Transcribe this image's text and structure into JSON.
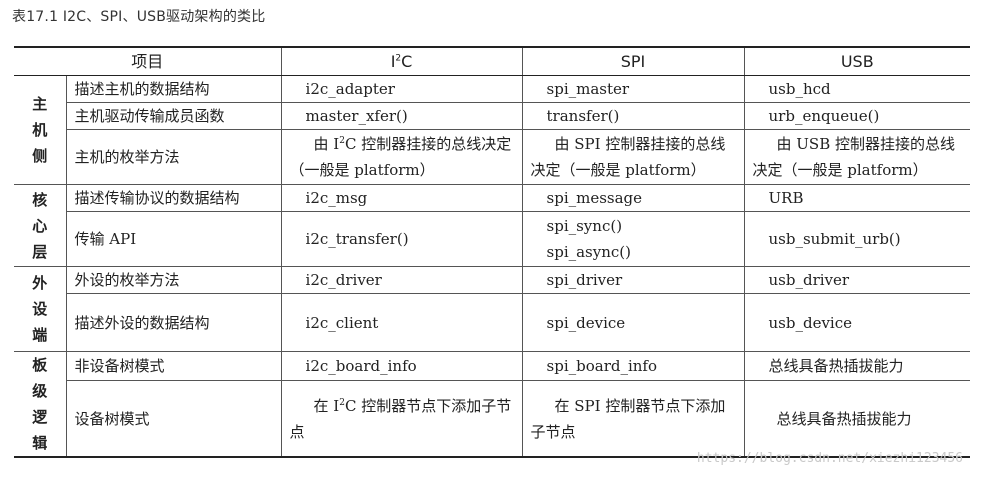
{
  "caption": "表17.1 I2C、SPI、USB驱动架构的类比",
  "header": {
    "item": "项目",
    "i2c_base": "I",
    "i2c_sup": "2",
    "i2c_tail": "C",
    "spi": "SPI",
    "usb": "USB"
  },
  "groups": {
    "host": "主机侧",
    "core": "核心层",
    "device": "外设端",
    "board": "板级逻辑"
  },
  "rows": [
    {
      "item": "描述主机的数据结构",
      "i2c": "i2c_adapter",
      "spi": "spi_master",
      "usb": "usb_hcd"
    },
    {
      "item": "主机驱动传输成员函数",
      "i2c": "master_xfer()",
      "spi": "transfer()",
      "usb": "urb_enqueue()"
    },
    {
      "item": "主机的枚举方法",
      "i2c_pre": "由 I",
      "i2c_sup": "2",
      "i2c_post": "C 控制器挂接的总线决定（一般是 platform）",
      "spi": "由 SPI 控制器挂接的总线决定（一般是 platform）",
      "usb": "由 USB 控制器挂接的总线决定（一般是 platform）"
    },
    {
      "item": "描述传输协议的数据结构",
      "i2c": "i2c_msg",
      "spi": "spi_message",
      "usb": "URB"
    },
    {
      "item": "传输 API",
      "i2c": "i2c_transfer()",
      "spi_line1": "spi_sync()",
      "spi_line2": "spi_async()",
      "usb": "usb_submit_urb()"
    },
    {
      "item": "外设的枚举方法",
      "i2c": "i2c_driver",
      "spi": "spi_driver",
      "usb": "usb_driver"
    },
    {
      "item": "描述外设的数据结构",
      "i2c": "i2c_client",
      "spi": "spi_device",
      "usb": "usb_device"
    },
    {
      "item": "非设备树模式",
      "i2c": "i2c_board_info",
      "spi": "spi_board_info",
      "usb": "总线具备热插拔能力"
    },
    {
      "item": "设备树模式",
      "i2c_pre": "在 I",
      "i2c_sup": "2",
      "i2c_post": "C 控制器节点下添加子节点",
      "spi": "在 SPI 控制器节点下添加子节点",
      "usb": "总线具备热插拔能力"
    }
  ],
  "watermark": "https://blog.csdn.net/xiezhi123456"
}
